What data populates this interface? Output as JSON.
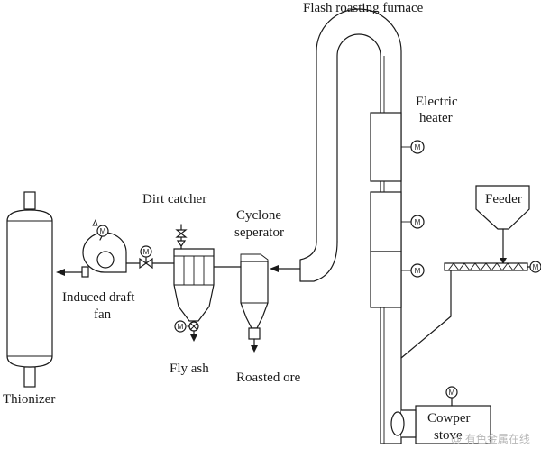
{
  "labels": {
    "flash_roasting_furnace": "Flash roasting furnace",
    "electric_heater_line1": "Electric",
    "electric_heater_line2": "heater",
    "feeder": "Feeder",
    "cyclone_line1": "Cyclone",
    "cyclone_line2": "seperator",
    "dirt_catcher": "Dirt catcher",
    "induced_line1": "Induced draft",
    "induced_line2": "fan",
    "fly_ash": "Fly ash",
    "roasted_ore": "Roasted ore",
    "thionizer": "Thionizer",
    "cowper_line1": "Cowper",
    "cowper_line2": "stove"
  },
  "motor_symbol": "M",
  "watermark": "@ 有色金属在线",
  "icons": {
    "motor": "motor-icon",
    "valve": "valve-icon",
    "arrow": "flow-arrow-icon"
  }
}
